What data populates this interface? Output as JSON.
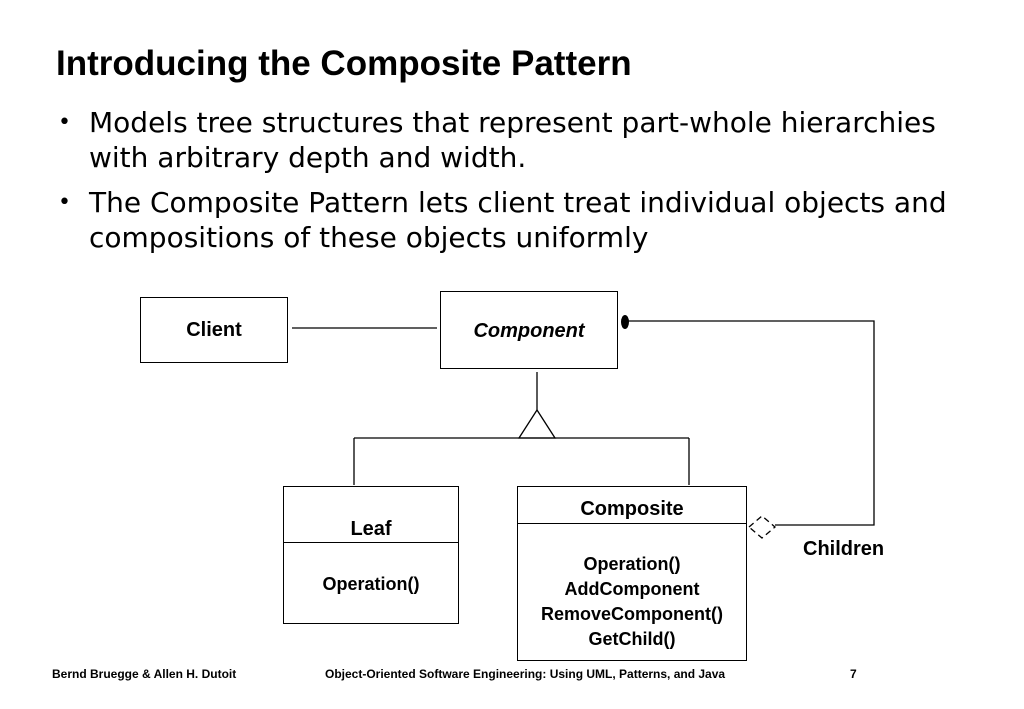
{
  "slide": {
    "title": "Introducing the Composite Pattern",
    "bullets": [
      "Models tree structures that represent part-whole hierarchies with arbitrary depth and width.",
      "The Composite Pattern lets client treat individual objects and compositions of these  objects uniformly"
    ]
  },
  "diagram": {
    "client": {
      "name": "Client"
    },
    "component": {
      "name": "Component"
    },
    "leaf": {
      "name": "Leaf",
      "operations": [
        "Operation()"
      ]
    },
    "composite": {
      "name": "Composite",
      "operations": [
        "Operation()",
        "AddComponent",
        "RemoveComponent()",
        "GetChild()"
      ]
    },
    "children_label": "Children"
  },
  "footer": {
    "authors": "Bernd Bruegge & Allen H. Dutoit",
    "book": "Object-Oriented Software Engineering: Using UML, Patterns, and Java",
    "page": "7"
  }
}
